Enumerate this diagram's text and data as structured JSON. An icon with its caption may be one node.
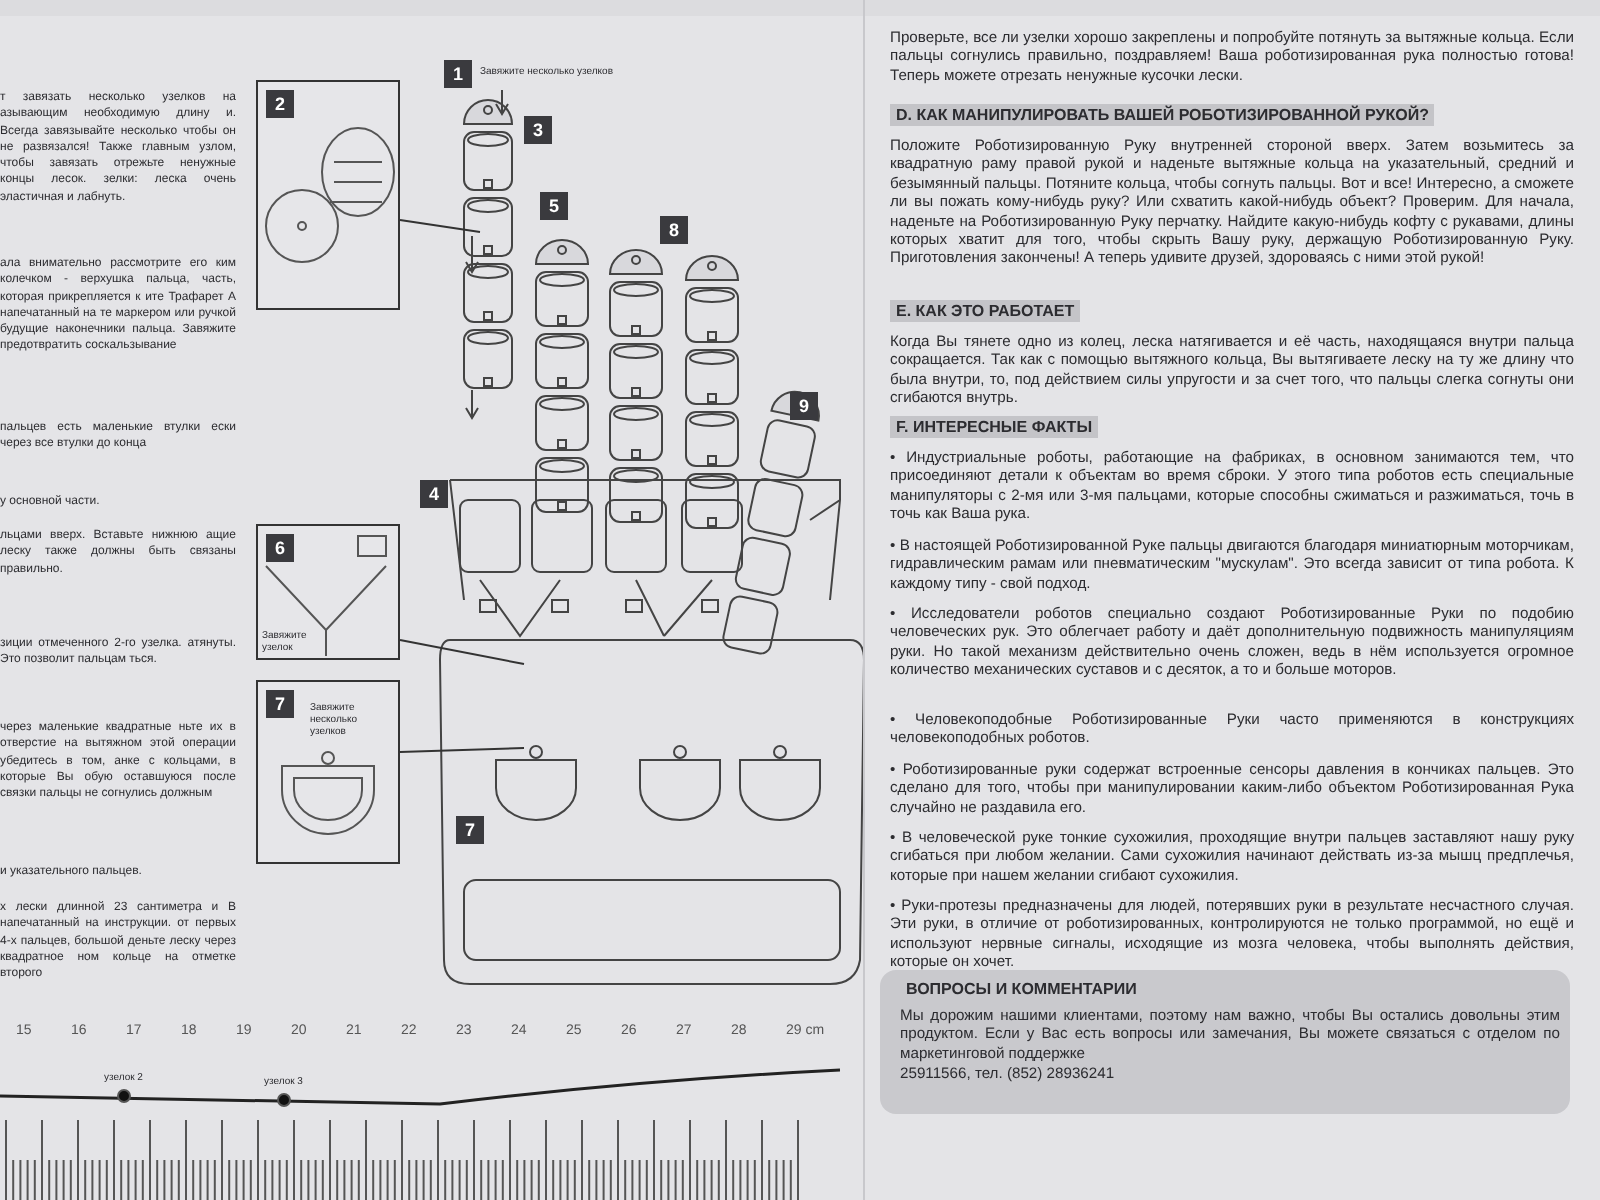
{
  "diagram": {
    "nodes": [
      {
        "text": [
          "2"
        ]
      },
      {
        "text": [
          "6",
          "Завяжите узелок"
        ]
      },
      {
        "text": [
          "7",
          "Завяжите несколько узелков"
        ]
      }
    ],
    "edges": [
      {
        "from": 0,
        "to": null,
        "arrow": "none"
      },
      {
        "from": 1,
        "to": null,
        "arrow": "none"
      },
      {
        "from": 2,
        "to": null,
        "arrow": "none"
      }
    ],
    "labels": [
      "т завязать несколько узелков на азывающим необходимую длину и. Всегда завязывайте несколько чтобы он не развязался! Также главным узлом, чтобы завязать отрежьте ненужные концы лесок. зелки: леска очень эластичная и лабнуть.",
      "ала внимательно рассмотрите его ким колечком - верхушка пальца, часть, которая прикрепляется к ите Трафарет А напечатанный на те маркером или ручкой будущие наконечники пальца. Завяжите предотвратить соскальзывание",
      "пальцев есть маленькие втулки ески через все втулки до конца",
      "у основной части.",
      "льцами вверх. Вставьте нижнюю ащие леску также должны быть связаны правильно.",
      "зиции отмеченного 2-го узелка. атянуты. Это позволит пальцам ться.",
      "через маленькие квадратные ньте их в отверстие на вытяжном этой операции убедитесь в том, анке с кольцами, в которые Вы обую оставшуюся после связки пальцы не согнулись должным",
      "и указательного пальцев.",
      "х лески длинной 23 сантиметра и В напечатанный на инструкции. от первых 4-х пальцев, большой деньте леску через квадратное ном кольце на отметке второго",
      "1",
      "Завяжите несколько узелков",
      "3",
      "5",
      "8",
      "4",
      "9",
      "7",
      "15",
      "16",
      "17",
      "18",
      "19",
      "20",
      "21",
      "22",
      "23",
      "24",
      "25",
      "26",
      "27",
      "28",
      "29 cm",
      "узелок 2",
      "узелок 3",
      "Проверьте, все ли узелки хорошо закреплены и попробуйте потянуть за вытяжные кольца. Если пальцы согнулись правильно, поздравляем! Ваша роботизированная рука полностью готова! Теперь можете отрезать ненужные кусочки лески.",
      "D. КАК МАНИПУЛИРОВАТЬ ВАШЕЙ РОБОТИЗИРОВАННОЙ РУКОЙ?",
      "Положите Роботизированную Руку внутренней стороной вверх. Затем возьмитесь за квадратную раму правой рукой и наденьте вытяжные кольца на указательный, средний и безымянный пальцы. Потяните кольца, чтобы согнуть пальцы. Вот и все! Интересно, а сможете ли вы пожать кому-нибудь руку? Или схватить какой-нибудь объект? Проверим. Для начала, наденьте на Роботизированную Руку перчатку. Найдите какую-нибудь кофту с рукавами, длины которых хватит для того, чтобы скрыть Вашу руку, держащую Роботизированную Руку. Приготовления закончены! А теперь удивите друзей, здороваясь с ними этой рукой!",
      "E. КАК ЭТО РАБОТАЕТ",
      "Когда Вы тянете одно из колец, леска натягивается и её часть, находящаяся внутри пальца сокращается. Так как с помощью вытяжного кольца, Вы вытягиваете леску на ту же длину что была внутри, то, под действием силы упругости и за счет того, что пальцы слегка согнуты они сгибаются внутрь.",
      "F. ИНТЕРЕСНЫЕ ФАКТЫ",
      "• Индустриальные роботы, работающие на фабриках, в основном занимаются тем, что присоединяют детали к объектам во время сброки. У этого типа роботов есть специальные манипуляторы с 2-мя или 3-мя пальцами, которые способны сжиматься и разжиматься, точь в точь как Ваша рука.",
      "• В настоящей Роботизированной Руке пальцы двигаются благодаря миниатюрным моторчикам, гидравлическим рамам или пневматическим \"мускулам\". Это всегда зависит от типа робота. К каждому типу - свой подход.",
      "• Исследователи роботов специально создают Роботизированные Руки по подобию человеческих рук. Это облегчает работу и даёт дополнительную подвижность манипуляциям руки. Но такой механизм действительно очень сложен, ведь в нём используется огромное количество механических суставов и с десяток, а то и больше моторов.",
      "• Человекоподобные Роботизированные Руки часто применяются в конструкциях человекоподобных роботов.",
      "• Роботизированные руки содержат встроенные сенсоры давления в кончиках пальцев. Это сделано для того, чтобы при манипулировании каким-либо объектом Роботизированная Рука случайно не раздавила его.",
      "• В человеческой руке тонкие сухожилия, проходящие внутри пальцев заставляют нашу руку сгибаться при любом желании. Сами сухожилия начинают действать из-за мышц предплечья, которые при нашем желании сгибают сухожилия.",
      "• Руки-протезы предназначены для людей, потерявших руки в результате несчастного случая. Эти руки, в отличие от роботизированных, контролируются не только программой, но ещё и используют нервные сигналы, исходящие из мозга человека, чтобы выполнять действия, которые он хочет.",
      "ВОПРОСЫ И КОММЕНТАРИИ",
      "Мы дорожим нашими клиентами, поэтому нам важно, чтобы Вы остались довольны этим продуктом. Если у Вас есть вопросы или замечания, Вы можете связаться с отделом по маркетинговой поддержке",
      "25911566, тел. (852) 28936241"
    ]
  }
}
